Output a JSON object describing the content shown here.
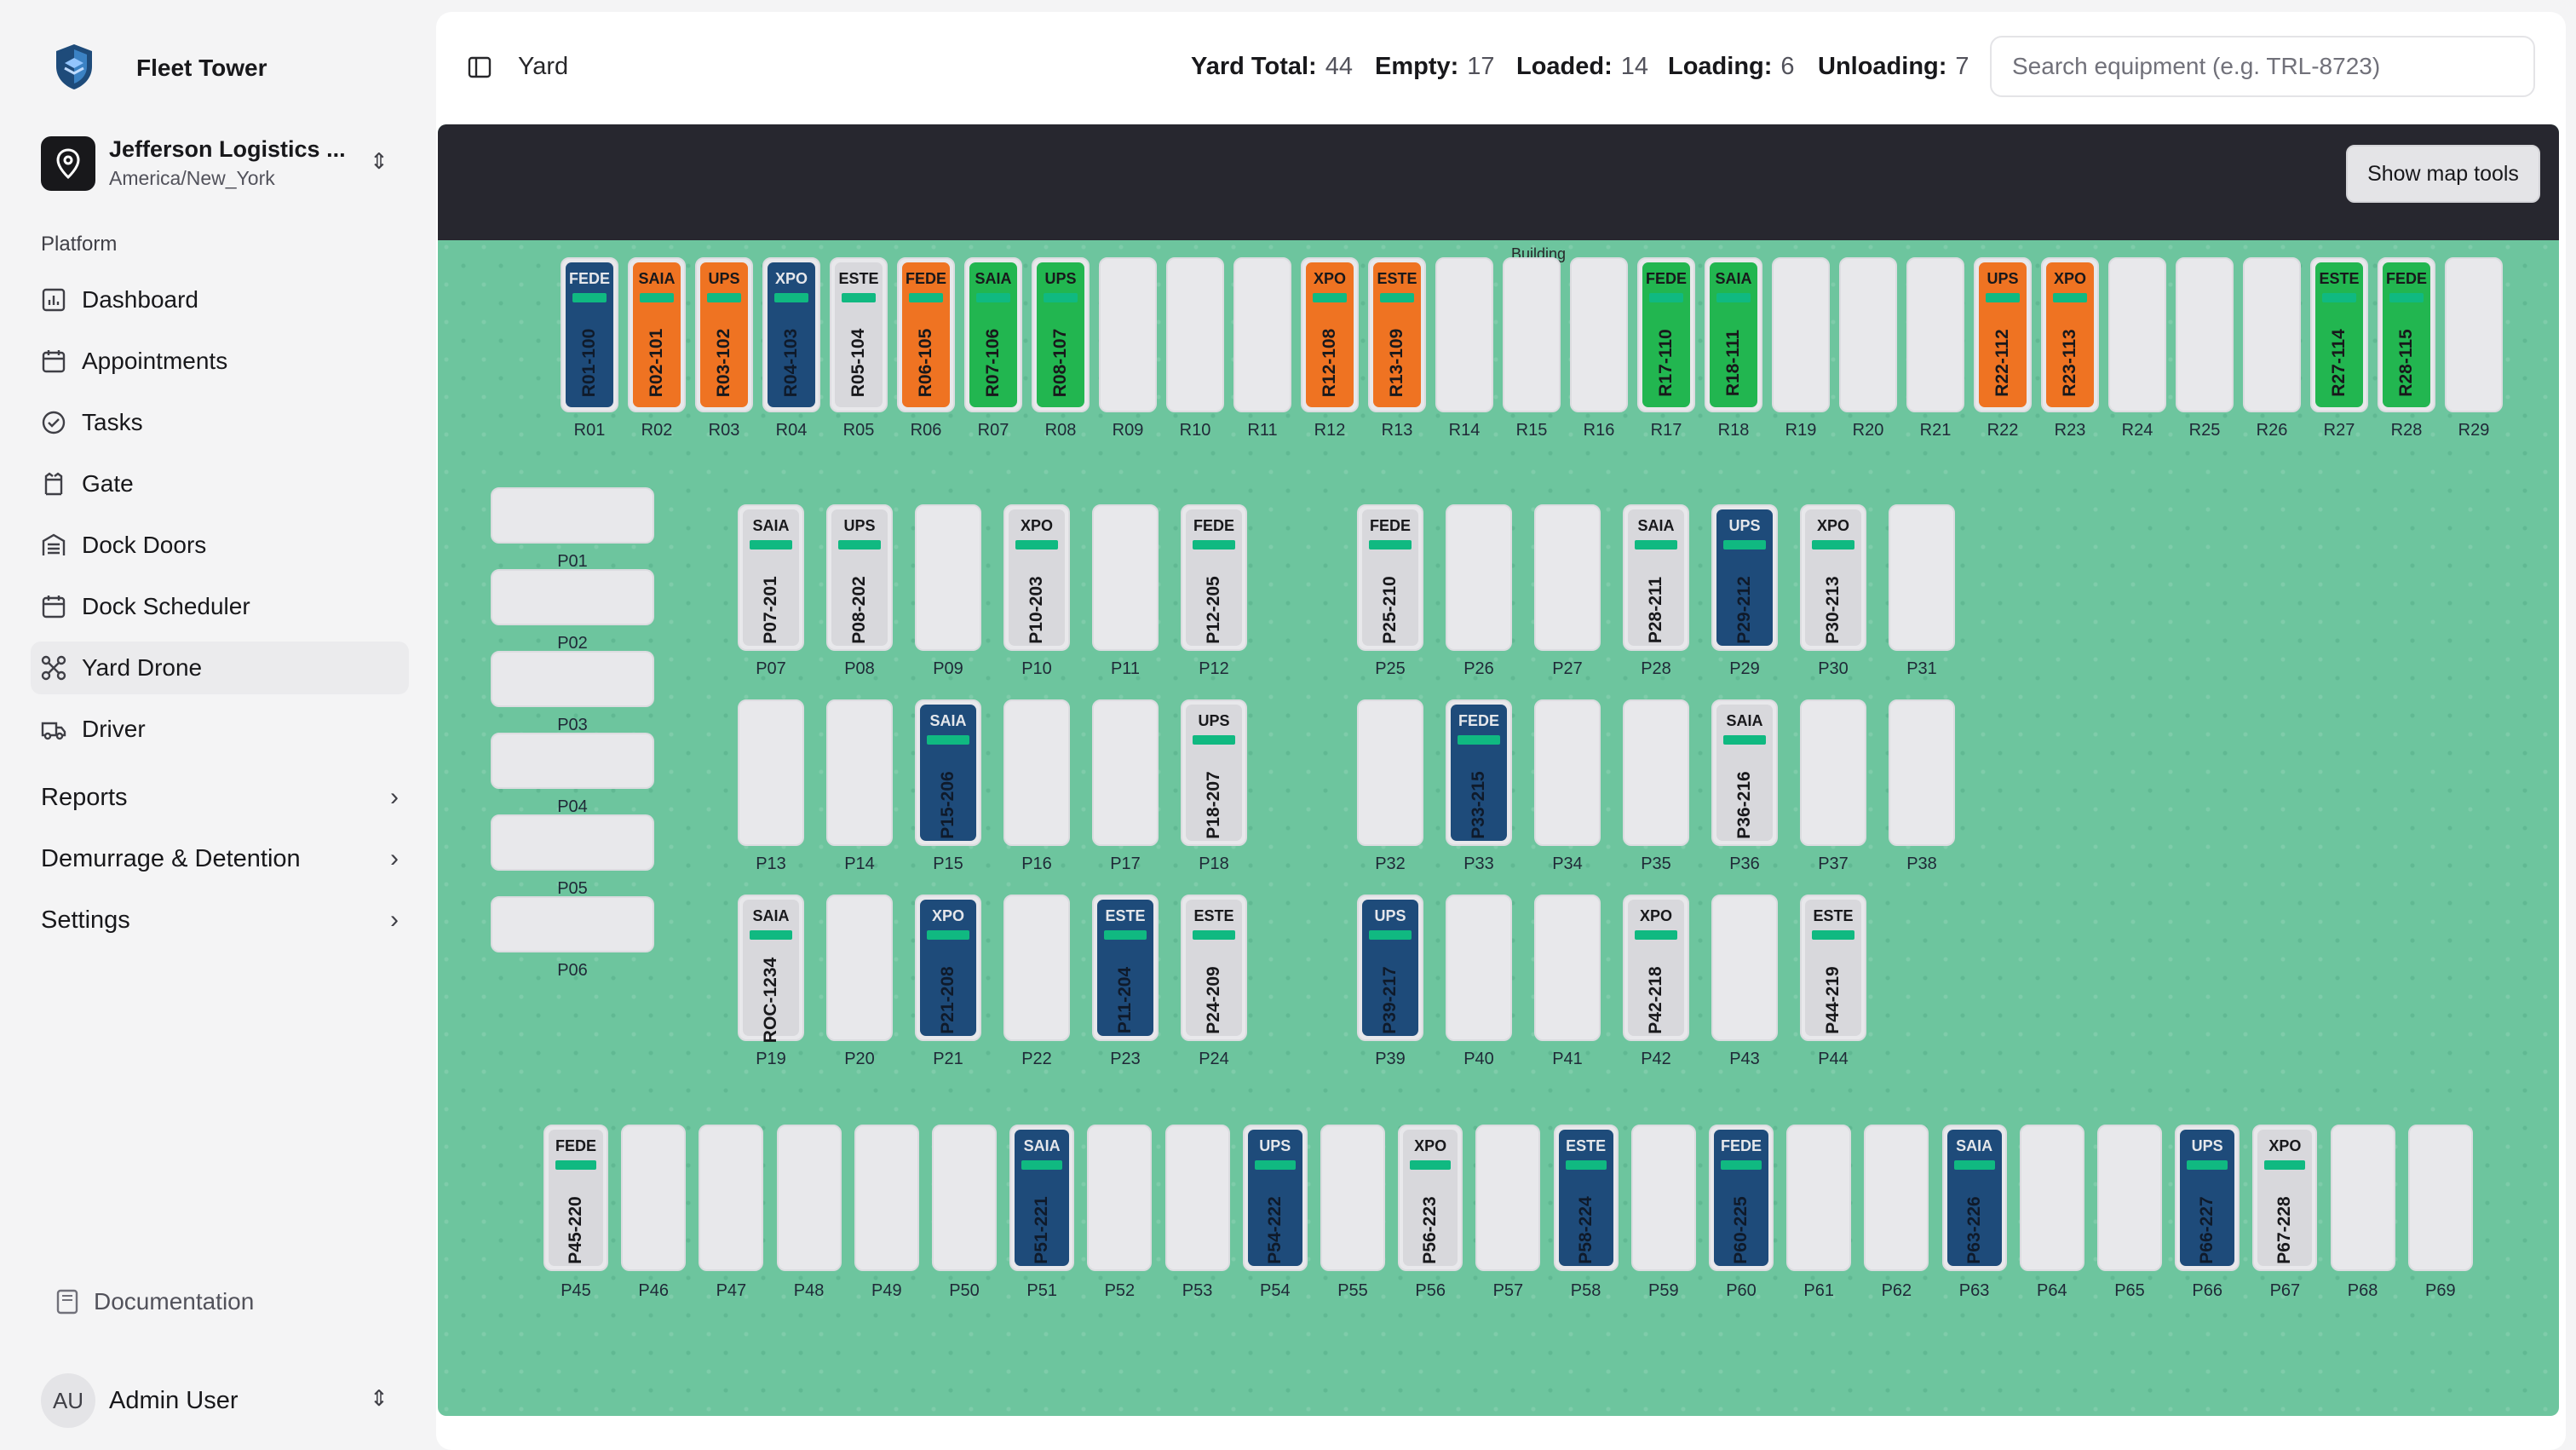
{
  "app": {
    "name": "Fleet Tower"
  },
  "org": {
    "name": "Jefferson Logistics ...",
    "timezone": "America/New_York"
  },
  "nav": {
    "section": "Platform",
    "items": [
      {
        "label": "Dashboard",
        "icon": "bar-chart-icon"
      },
      {
        "label": "Appointments",
        "icon": "calendar-icon"
      },
      {
        "label": "Tasks",
        "icon": "check-circle-icon"
      },
      {
        "label": "Gate",
        "icon": "gate-icon"
      },
      {
        "label": "Dock Doors",
        "icon": "warehouse-icon"
      },
      {
        "label": "Dock Scheduler",
        "icon": "calendar-icon"
      },
      {
        "label": "Yard Drone",
        "icon": "drone-icon",
        "active": true
      },
      {
        "label": "Driver",
        "icon": "truck-icon"
      }
    ],
    "groups": [
      {
        "label": "Reports"
      },
      {
        "label": "Demurrage & Detention"
      },
      {
        "label": "Settings"
      }
    ],
    "documentation": "Documentation"
  },
  "user": {
    "initials": "AU",
    "name": "Admin User"
  },
  "header": {
    "title": "Yard",
    "stats": [
      {
        "label": "Yard Total:",
        "value": "44"
      },
      {
        "label": "Empty:",
        "value": "17"
      },
      {
        "label": "Loaded:",
        "value": "14"
      },
      {
        "label": "Loading:",
        "value": "6"
      },
      {
        "label": "Unloading:",
        "value": "7"
      }
    ],
    "search_placeholder": "Search equipment (e.g. TRL-8723)"
  },
  "map": {
    "tools_button": "Show map tools",
    "building_label": "Building",
    "colors": {
      "loaded": "#1e4b7a",
      "loading": "#ef7322",
      "unloading": "#22b650",
      "empty": "#d8d8dc",
      "stripe": "#10b981",
      "grass": "#6dc59e"
    },
    "dock_row": [
      {
        "slot": "R01",
        "carrier": "FEDE",
        "trailer": "R01-100",
        "status": "loaded"
      },
      {
        "slot": "R02",
        "carrier": "SAIA",
        "trailer": "R02-101",
        "status": "loading"
      },
      {
        "slot": "R03",
        "carrier": "UPS",
        "trailer": "R03-102",
        "status": "loading"
      },
      {
        "slot": "R04",
        "carrier": "XPO",
        "trailer": "R04-103",
        "status": "loaded"
      },
      {
        "slot": "R05",
        "carrier": "ESTE",
        "trailer": "R05-104",
        "status": "empty"
      },
      {
        "slot": "R06",
        "carrier": "FEDE",
        "trailer": "R06-105",
        "status": "loading"
      },
      {
        "slot": "R07",
        "carrier": "SAIA",
        "trailer": "R07-106",
        "status": "unloading"
      },
      {
        "slot": "R08",
        "carrier": "UPS",
        "trailer": "R08-107",
        "status": "unloading"
      },
      {
        "slot": "R09"
      },
      {
        "slot": "R10"
      },
      {
        "slot": "R11"
      },
      {
        "slot": "R12",
        "carrier": "XPO",
        "trailer": "R12-108",
        "status": "loading"
      },
      {
        "slot": "R13",
        "carrier": "ESTE",
        "trailer": "R13-109",
        "status": "loading"
      },
      {
        "slot": "R14"
      },
      {
        "slot": "R15"
      },
      {
        "slot": "R16"
      },
      {
        "slot": "R17",
        "carrier": "FEDE",
        "trailer": "R17-110",
        "status": "unloading"
      },
      {
        "slot": "R18",
        "carrier": "SAIA",
        "trailer": "R18-111",
        "status": "unloading"
      },
      {
        "slot": "R19"
      },
      {
        "slot": "R20"
      },
      {
        "slot": "R21"
      },
      {
        "slot": "R22",
        "carrier": "UPS",
        "trailer": "R22-112",
        "status": "loading"
      },
      {
        "slot": "R23",
        "carrier": "XPO",
        "trailer": "R23-113",
        "status": "loading"
      },
      {
        "slot": "R24"
      },
      {
        "slot": "R25"
      },
      {
        "slot": "R26"
      },
      {
        "slot": "R27",
        "carrier": "ESTE",
        "trailer": "R27-114",
        "status": "unloading"
      },
      {
        "slot": "R28",
        "carrier": "FEDE",
        "trailer": "R28-115",
        "status": "unloading"
      },
      {
        "slot": "R29"
      }
    ],
    "side_slots": [
      "P01",
      "P02",
      "P03",
      "P04",
      "P05",
      "P06"
    ],
    "block_left": [
      [
        {
          "slot": "P07",
          "carrier": "SAIA",
          "trailer": "P07-201",
          "status": "empty"
        },
        {
          "slot": "P08",
          "carrier": "UPS",
          "trailer": "P08-202",
          "status": "empty"
        },
        {
          "slot": "P09"
        },
        {
          "slot": "P10",
          "carrier": "XPO",
          "trailer": "P10-203",
          "status": "empty"
        },
        {
          "slot": "P11"
        },
        {
          "slot": "P12",
          "carrier": "FEDE",
          "trailer": "P12-205",
          "status": "empty"
        }
      ],
      [
        {
          "slot": "P13"
        },
        {
          "slot": "P14"
        },
        {
          "slot": "P15",
          "carrier": "SAIA",
          "trailer": "P15-206",
          "status": "loaded"
        },
        {
          "slot": "P16"
        },
        {
          "slot": "P17"
        },
        {
          "slot": "P18",
          "carrier": "UPS",
          "trailer": "P18-207",
          "status": "empty"
        }
      ],
      [
        {
          "slot": "P19",
          "carrier": "SAIA",
          "trailer": "ROC-1234",
          "status": "empty"
        },
        {
          "slot": "P20"
        },
        {
          "slot": "P21",
          "carrier": "XPO",
          "trailer": "P21-208",
          "status": "loaded"
        },
        {
          "slot": "P22"
        },
        {
          "slot": "P23",
          "carrier": "ESTE",
          "trailer": "P11-204",
          "status": "loaded"
        },
        {
          "slot": "P24",
          "carrier": "ESTE",
          "trailer": "P24-209",
          "status": "empty"
        }
      ]
    ],
    "block_right": [
      [
        {
          "slot": "P25",
          "carrier": "FEDE",
          "trailer": "P25-210",
          "status": "empty"
        },
        {
          "slot": "P26"
        },
        {
          "slot": "P27"
        },
        {
          "slot": "P28",
          "carrier": "SAIA",
          "trailer": "P28-211",
          "status": "empty"
        },
        {
          "slot": "P29",
          "carrier": "UPS",
          "trailer": "P29-212",
          "status": "loaded"
        },
        {
          "slot": "P30",
          "carrier": "XPO",
          "trailer": "P30-213",
          "status": "empty"
        },
        {
          "slot": "P31"
        }
      ],
      [
        {
          "slot": "P32"
        },
        {
          "slot": "P33",
          "carrier": "FEDE",
          "trailer": "P33-215",
          "status": "loaded"
        },
        {
          "slot": "P34"
        },
        {
          "slot": "P35"
        },
        {
          "slot": "P36",
          "carrier": "SAIA",
          "trailer": "P36-216",
          "status": "empty"
        },
        {
          "slot": "P37"
        },
        {
          "slot": "P38"
        }
      ],
      [
        {
          "slot": "P39",
          "carrier": "UPS",
          "trailer": "P39-217",
          "status": "loaded"
        },
        {
          "slot": "P40"
        },
        {
          "slot": "P41"
        },
        {
          "slot": "P42",
          "carrier": "XPO",
          "trailer": "P42-218",
          "status": "empty"
        },
        {
          "slot": "P43"
        },
        {
          "slot": "P44",
          "carrier": "ESTE",
          "trailer": "P44-219",
          "status": "empty"
        }
      ]
    ],
    "bottom_row": [
      {
        "slot": "P45",
        "carrier": "FEDE",
        "trailer": "P45-220",
        "status": "empty"
      },
      {
        "slot": "P46"
      },
      {
        "slot": "P47"
      },
      {
        "slot": "P48"
      },
      {
        "slot": "P49"
      },
      {
        "slot": "P50"
      },
      {
        "slot": "P51",
        "carrier": "SAIA",
        "trailer": "P51-221",
        "status": "loaded"
      },
      {
        "slot": "P52"
      },
      {
        "slot": "P53"
      },
      {
        "slot": "P54",
        "carrier": "UPS",
        "trailer": "P54-222",
        "status": "loaded"
      },
      {
        "slot": "P55"
      },
      {
        "slot": "P56",
        "carrier": "XPO",
        "trailer": "P56-223",
        "status": "empty"
      },
      {
        "slot": "P57"
      },
      {
        "slot": "P58",
        "carrier": "ESTE",
        "trailer": "P58-224",
        "status": "loaded"
      },
      {
        "slot": "P59"
      },
      {
        "slot": "P60",
        "carrier": "FEDE",
        "trailer": "P60-225",
        "status": "loaded"
      },
      {
        "slot": "P61"
      },
      {
        "slot": "P62"
      },
      {
        "slot": "P63",
        "carrier": "SAIA",
        "trailer": "P63-226",
        "status": "loaded"
      },
      {
        "slot": "P64"
      },
      {
        "slot": "P65"
      },
      {
        "slot": "P66",
        "carrier": "UPS",
        "trailer": "P66-227",
        "status": "loaded"
      },
      {
        "slot": "P67",
        "carrier": "XPO",
        "trailer": "P67-228",
        "status": "empty"
      },
      {
        "slot": "P68"
      },
      {
        "slot": "P69"
      }
    ]
  }
}
